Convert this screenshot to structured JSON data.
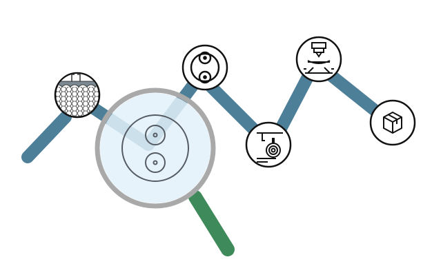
{
  "colors": {
    "path": "#4d7f99",
    "node_stroke": "#111111",
    "node_fill": "#ffffff",
    "lens_fill": "#e3f1fa",
    "lens_rim": "#a9a9a9",
    "handle": "#3f8a5a",
    "icon_line": "#555b62"
  },
  "steps": [
    {
      "id": "mesh",
      "icon": "mesh-cross-section-icon"
    },
    {
      "id": "rollers",
      "icon": "twin-rollers-icon"
    },
    {
      "id": "unwinder",
      "icon": "roll-unwinder-icon"
    },
    {
      "id": "press",
      "icon": "stamping-press-icon"
    },
    {
      "id": "package",
      "icon": "package-box-icon"
    }
  ],
  "magnifier": {
    "target": "rollers",
    "icon": "magnifying-glass-icon"
  }
}
